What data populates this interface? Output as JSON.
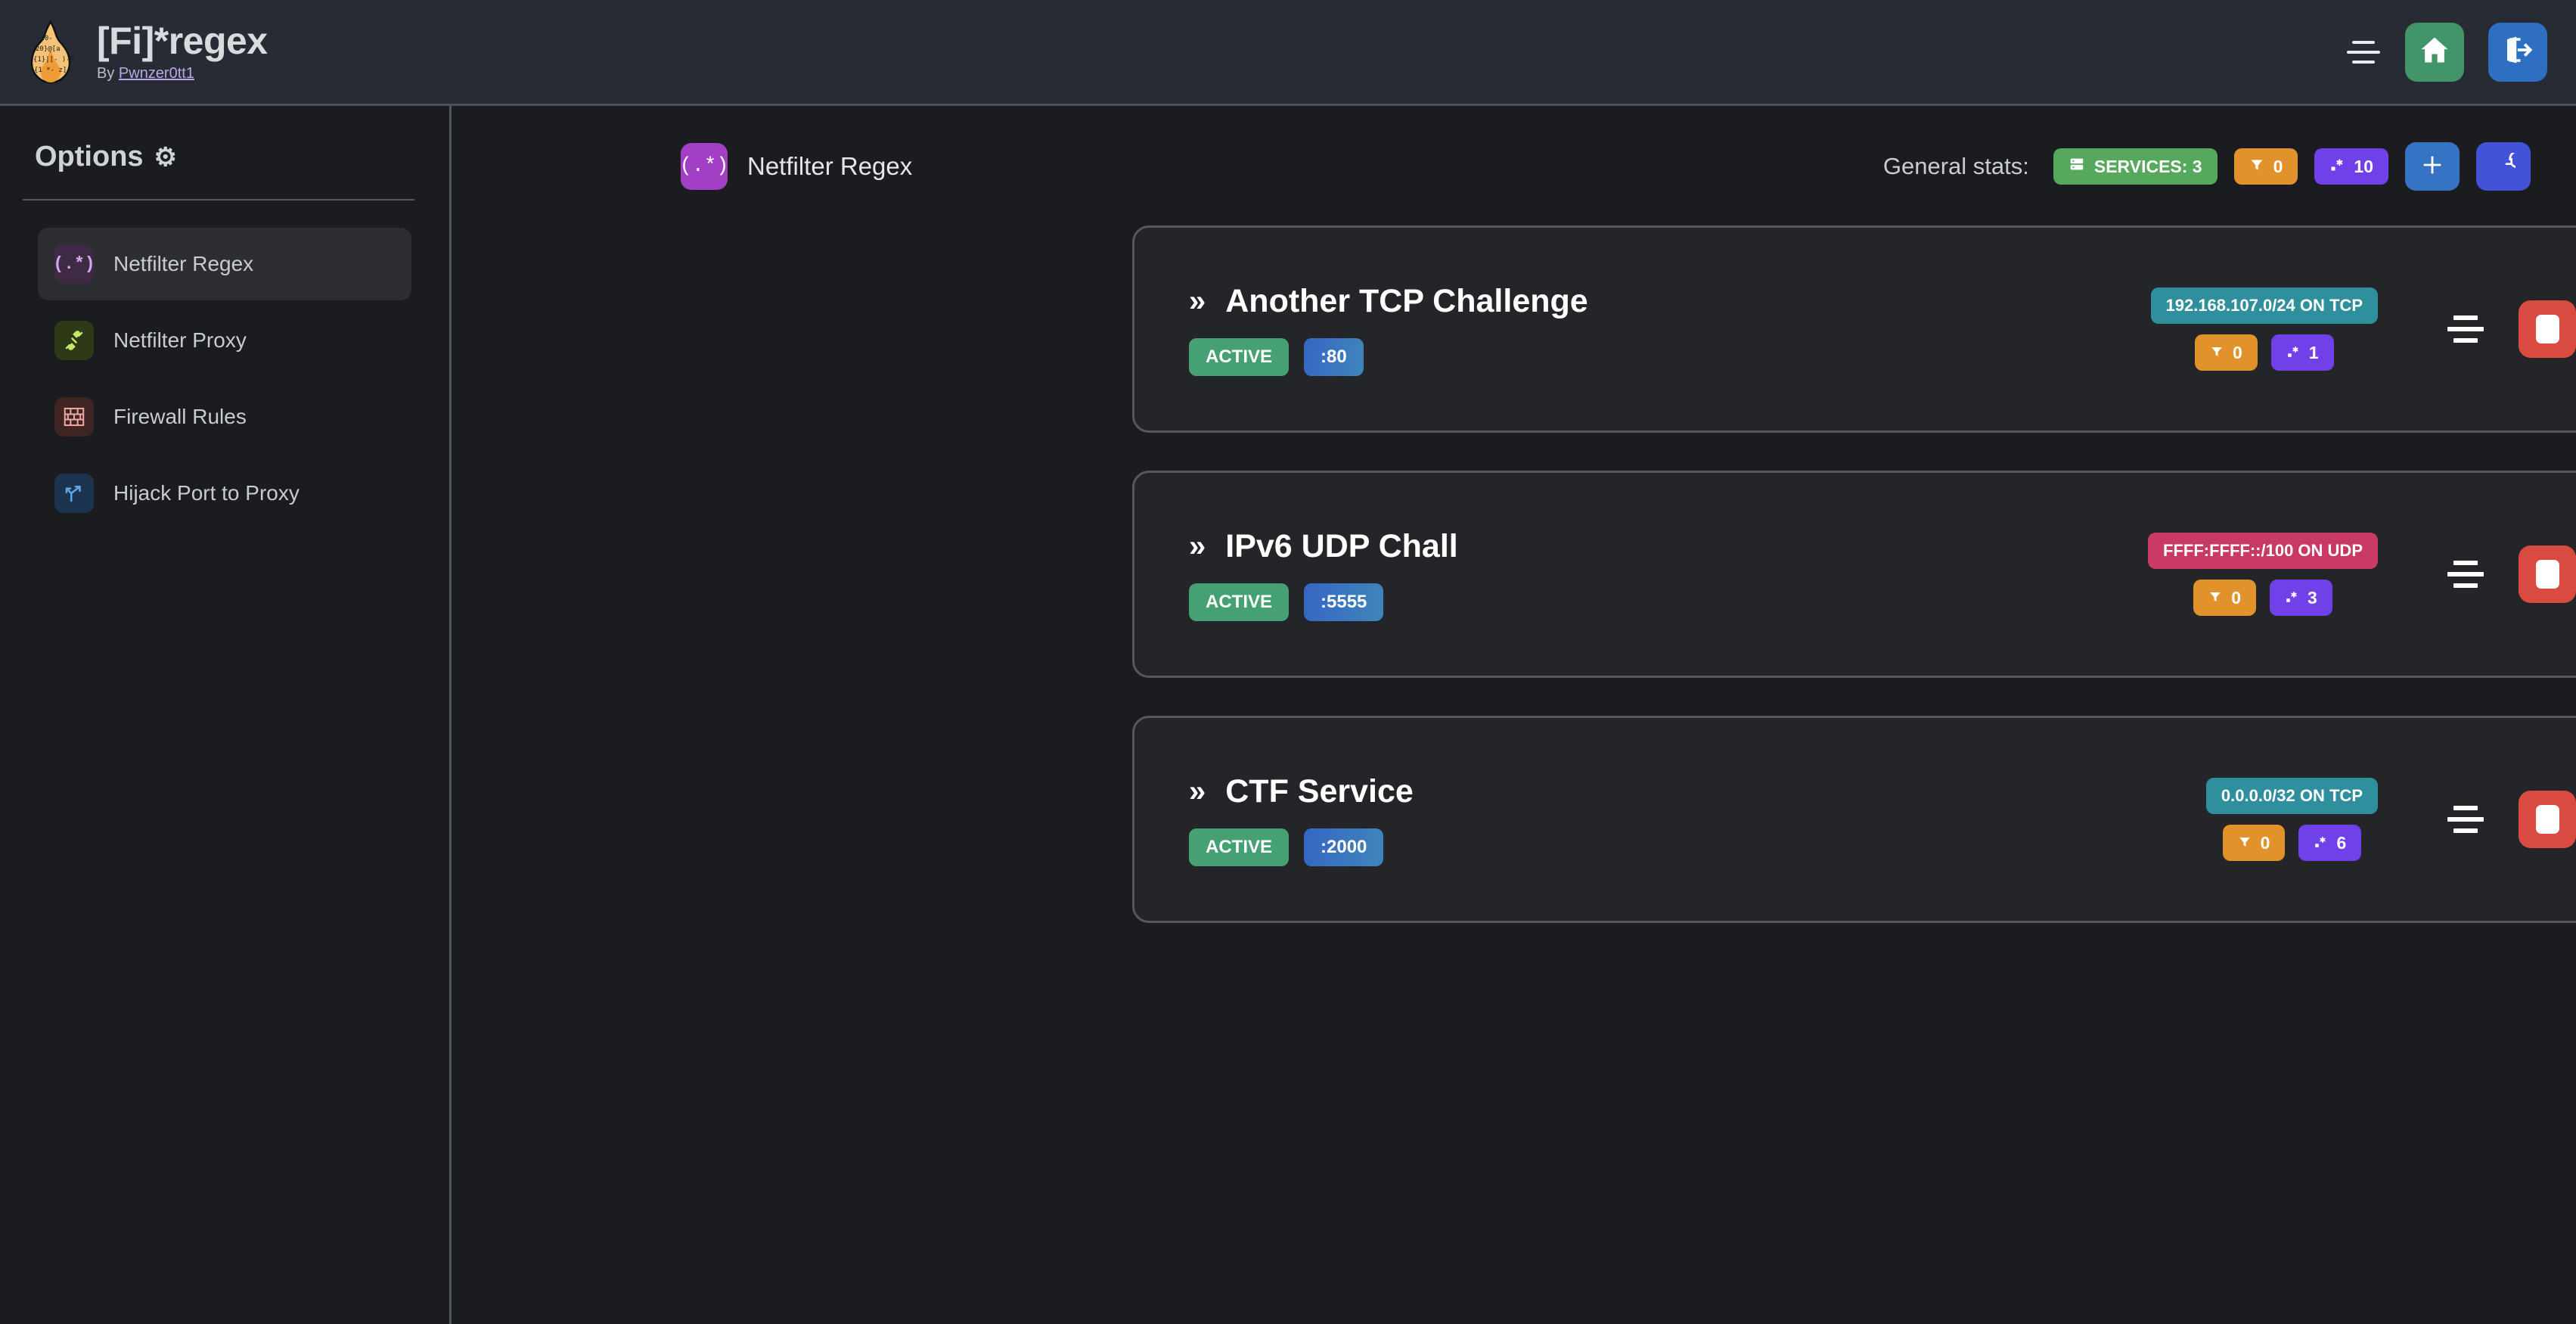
{
  "header": {
    "logo_icon": "flame-regex-logo",
    "title": "[Fi]*regex",
    "by_prefix": "By ",
    "author": "Pwnzer0tt1",
    "menu_icon": "hamburger-icon",
    "home_icon": "home-icon",
    "logout_icon": "logout-icon"
  },
  "sidebar": {
    "heading": "Options",
    "heading_icon": "gear-icon",
    "items": [
      {
        "label": "Netfilter Regex",
        "icon": "regex-icon",
        "glyph": "(.*)",
        "active": true
      },
      {
        "label": "Netfilter Proxy",
        "icon": "plug-icon",
        "glyph": "⚭",
        "active": false
      },
      {
        "label": "Firewall Rules",
        "icon": "brick-wall-icon",
        "glyph": "▓",
        "active": false
      },
      {
        "label": "Hijack Port to Proxy",
        "icon": "fork-arrow-icon",
        "glyph": "⤴",
        "active": false
      }
    ]
  },
  "main": {
    "page_icon": "regex-icon",
    "page_icon_glyph": "(.*)",
    "page_title": "Netfilter Regex",
    "stats_label": "General stats:",
    "stats": [
      {
        "name": "services-badge",
        "icon": "server-icon",
        "label": "SERVICES: 3",
        "color": "#56a85c"
      },
      {
        "name": "filters-badge",
        "icon": "funnel-icon",
        "label": "0",
        "color": "#e2922b"
      },
      {
        "name": "regexes-badge",
        "icon": "regex-small-icon",
        "label": "10",
        "color": "#7040e8"
      }
    ],
    "add_button_icon": "plus-icon",
    "refresh_button_icon": "refresh-icon"
  },
  "services": [
    {
      "chevron": "»",
      "name": "Another TCP Challenge",
      "status": "ACTIVE",
      "port": ":80",
      "network": "192.168.107.0/24 ON TCP",
      "network_color": "#2f8f9c",
      "filters": "0",
      "regexes": "1",
      "menu_icon": "sort-lines-icon",
      "stop_icon": "stop-icon",
      "play_icon": "play-icon",
      "details_icon": "chevron-right-icon"
    },
    {
      "chevron": "»",
      "name": "IPv6 UDP Chall",
      "status": "ACTIVE",
      "port": ":5555",
      "network": "FFFF:FFFF::/100 ON UDP",
      "network_color": "#c83a63",
      "filters": "0",
      "regexes": "3",
      "menu_icon": "sort-lines-icon",
      "stop_icon": "stop-icon",
      "play_icon": "play-icon",
      "details_icon": "chevron-right-icon"
    },
    {
      "chevron": "»",
      "name": "CTF Service",
      "status": "ACTIVE",
      "port": ":2000",
      "network": "0.0.0.0/32 ON TCP",
      "network_color": "#2f8f9c",
      "filters": "0",
      "regexes": "6",
      "menu_icon": "sort-lines-icon",
      "stop_icon": "stop-icon",
      "play_icon": "play-icon",
      "details_icon": "chevron-right-icon"
    }
  ],
  "colors": {
    "header_bg": "#262b34",
    "body_bg": "#1a1c1f",
    "card_bg": "#232528",
    "card_border": "#55585e",
    "accent_green": "#429469",
    "accent_blue": "#2f6fc2",
    "stop_red": "#d94b40",
    "purple": "#a23fc4"
  }
}
